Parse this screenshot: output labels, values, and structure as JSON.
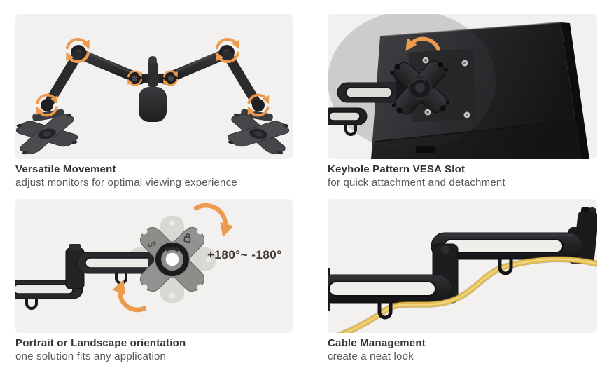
{
  "colors": {
    "page_bg": "#ffffff",
    "panel_bg": "#f2f1ef",
    "accent_orange": "#EC9B4E",
    "cable_yellow": "#E3BB4E",
    "hardware_dark": "#242427",
    "plate_gray": "#908e8b",
    "title_text": "#38332f",
    "subtitle_text": "#5b5754"
  },
  "icons": {
    "rotation-circle-icon": "two orange circular arcs with arrowheads (rotation)",
    "curved-arrow-icon": "single orange curved arrow with arrowhead"
  },
  "features": [
    {
      "title": "Versatile Movement",
      "subtitle": "adjust monitors for optimal viewing experience",
      "illustration": "dual-monitor-arm-with-rotation-points"
    },
    {
      "title": "Keyhole Pattern VESA Slot",
      "subtitle": "for quick attachment and detachment",
      "illustration": "monitor-back-with-vesa-plate"
    },
    {
      "title": "Portrait or Landscape orientation",
      "subtitle": "one solution fits any application",
      "illustration": "rotating-vesa-plate",
      "rotation_label": "+180°~ -180°",
      "plate_up_label": "UP"
    },
    {
      "title": "Cable Management",
      "subtitle": "create a neat look",
      "illustration": "articulating-arm-with-yellow-cable"
    }
  ]
}
